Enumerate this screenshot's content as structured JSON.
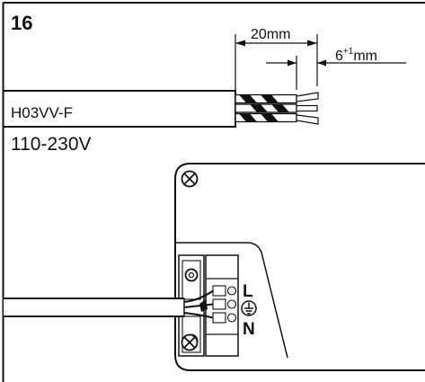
{
  "step_number": "16",
  "dimensions": {
    "strip_length": "20mm",
    "conductor_strip_base": "6",
    "conductor_strip_tolerance": "+1",
    "conductor_strip_unit": "mm"
  },
  "cable": {
    "type": "H03VV-F",
    "voltage": "110-230V"
  },
  "terminal_labels": {
    "live": "L",
    "neutral": "N"
  },
  "icons": {
    "screw": "screw-cross-icon",
    "ground": "ground-symbol-icon"
  },
  "colors": {
    "ink": "#111111",
    "background": "#ffffff"
  }
}
